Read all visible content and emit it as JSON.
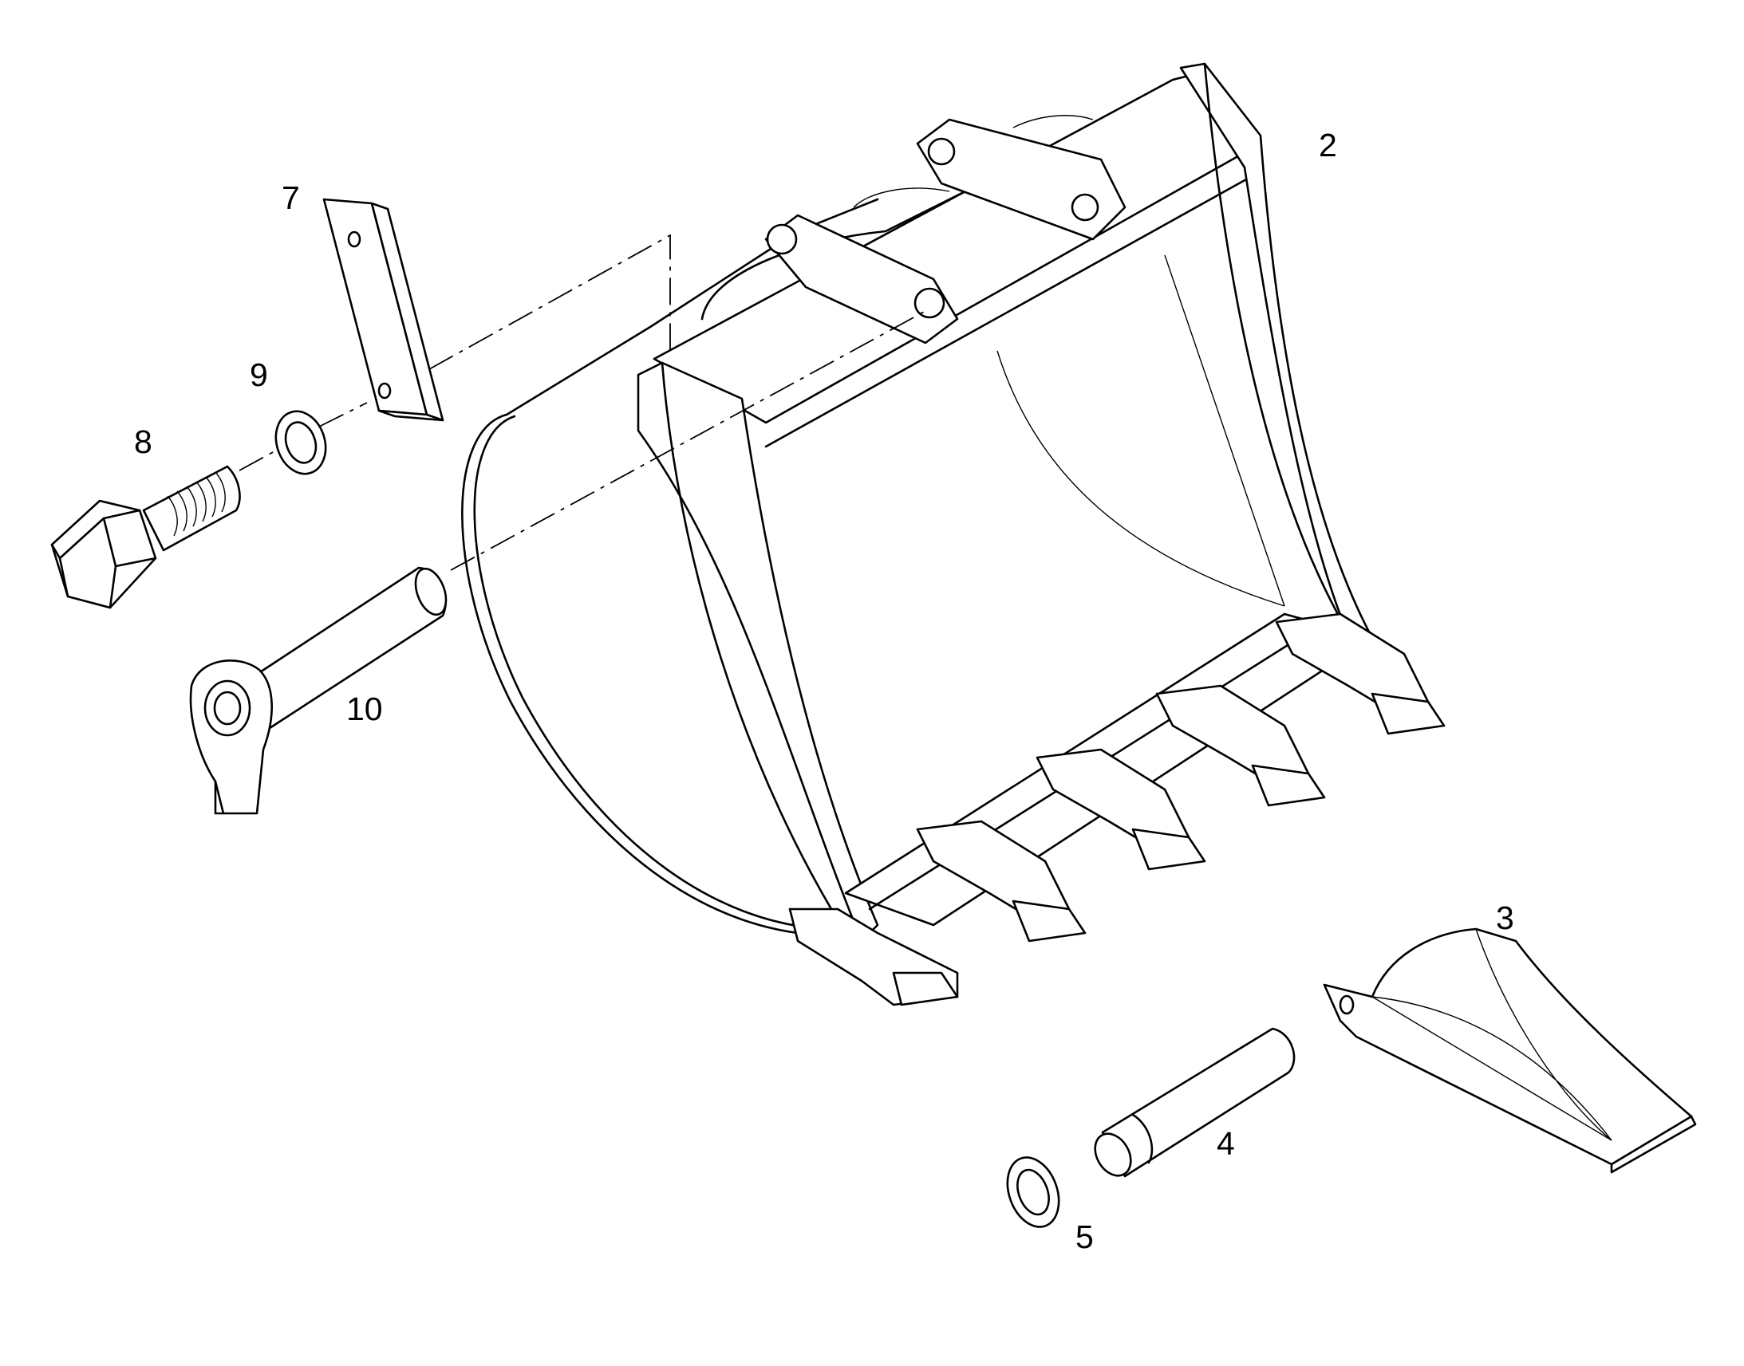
{
  "callouts": {
    "bucket": "2",
    "tooth": "3",
    "tooth_pin": "4",
    "pin_washer": "5",
    "lock_plate": "7",
    "bolt": "8",
    "washer": "9",
    "bucket_pin": "10"
  },
  "colors": {
    "line": "#000000",
    "background": "#ffffff"
  }
}
